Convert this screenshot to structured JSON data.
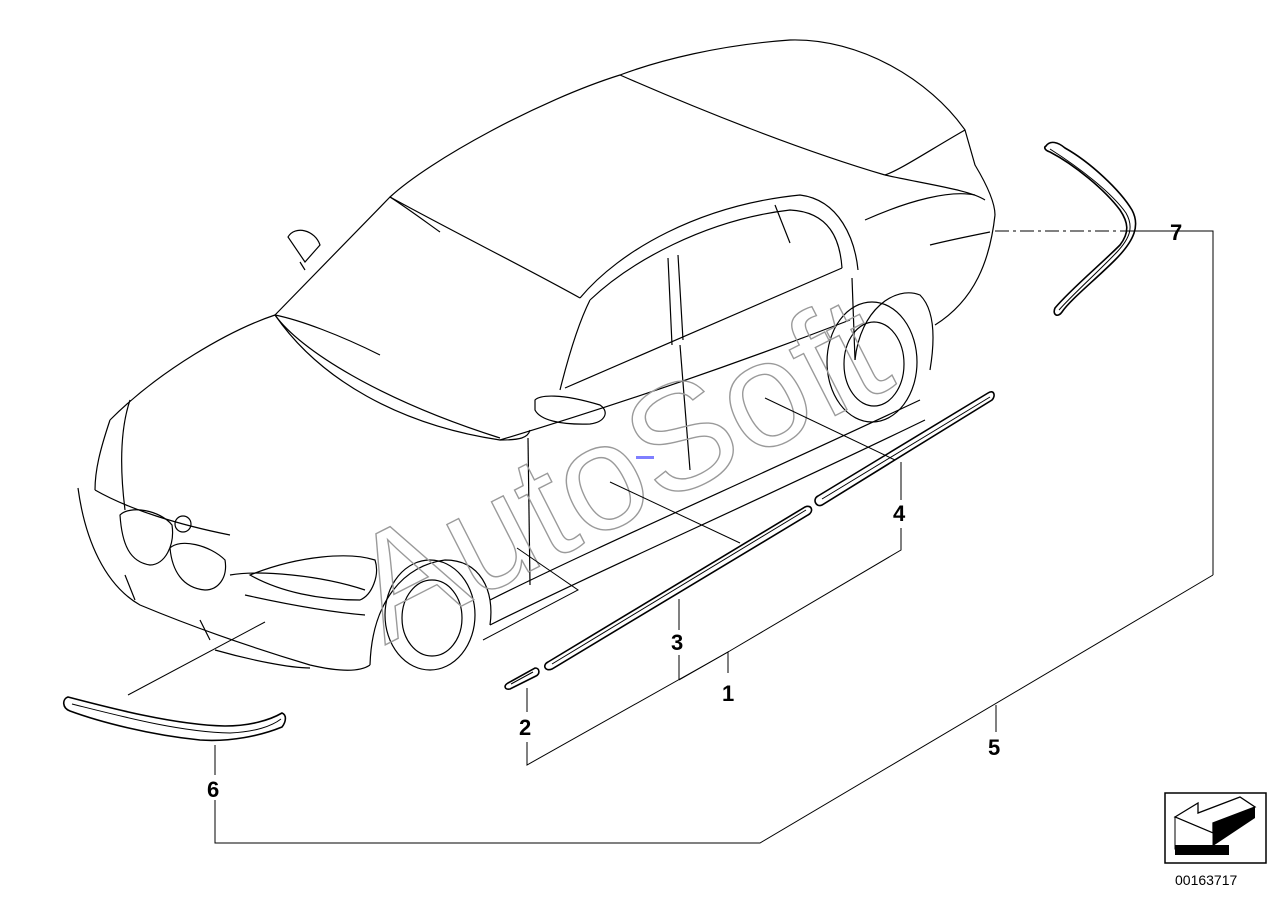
{
  "watermark": "AutoSoft",
  "drawing_number": "00163717",
  "callouts": [
    "1",
    "2",
    "3",
    "4",
    "5",
    "6",
    "7"
  ],
  "icons": {
    "view_arrow": "arrow-box-icon"
  }
}
